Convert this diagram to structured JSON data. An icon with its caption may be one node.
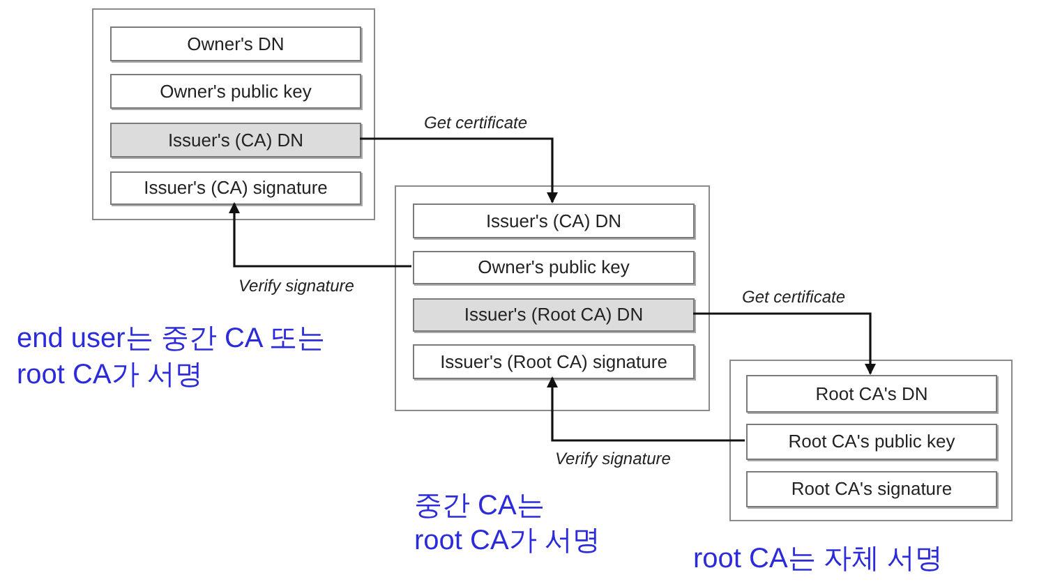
{
  "diagram": {
    "nodes": [
      {
        "text": [],
        "shape": "box"
      },
      {
        "text": [
          "Owner's DN"
        ],
        "in": 0
      },
      {
        "text": [
          "Owner's public key"
        ],
        "in": 0
      },
      {
        "text": [
          "Issuer's (CA) DN"
        ],
        "in": 0
      },
      {
        "text": [
          "Issuer's (CA) signature"
        ],
        "in": 0
      },
      {
        "text": [],
        "shape": "box"
      },
      {
        "text": [
          "Issuer's (CA) DN"
        ],
        "in": 5
      },
      {
        "text": [
          "Owner's public key"
        ],
        "in": 5
      },
      {
        "text": [
          "Issuer's (Root CA) DN"
        ],
        "in": 5
      },
      {
        "text": [
          "Issuer's (Root CA) signature"
        ],
        "in": 5
      },
      {
        "text": [],
        "shape": "box"
      },
      {
        "text": [
          "Root CA's DN"
        ],
        "in": 10
      },
      {
        "text": [
          "Root CA's public key"
        ],
        "in": 10
      },
      {
        "text": [
          "Root CA's signature"
        ],
        "in": 10
      }
    ],
    "edges": [
      {
        "from": 3,
        "to": 6,
        "arrow": "to",
        "label": "Get certificate"
      },
      {
        "from": 7,
        "to": 4,
        "arrow": "to",
        "label": "Verify signature"
      },
      {
        "from": 8,
        "to": 11,
        "arrow": "to",
        "label": "Get certificate"
      },
      {
        "from": 12,
        "to": 9,
        "arrow": "to",
        "label": "Verify signature"
      }
    ],
    "labels": [
      "end user는 중간 CA 또는 root CA가 서명",
      "중간 CA는",
      "root CA가 서명",
      "root CA는 자체 서명"
    ]
  }
}
